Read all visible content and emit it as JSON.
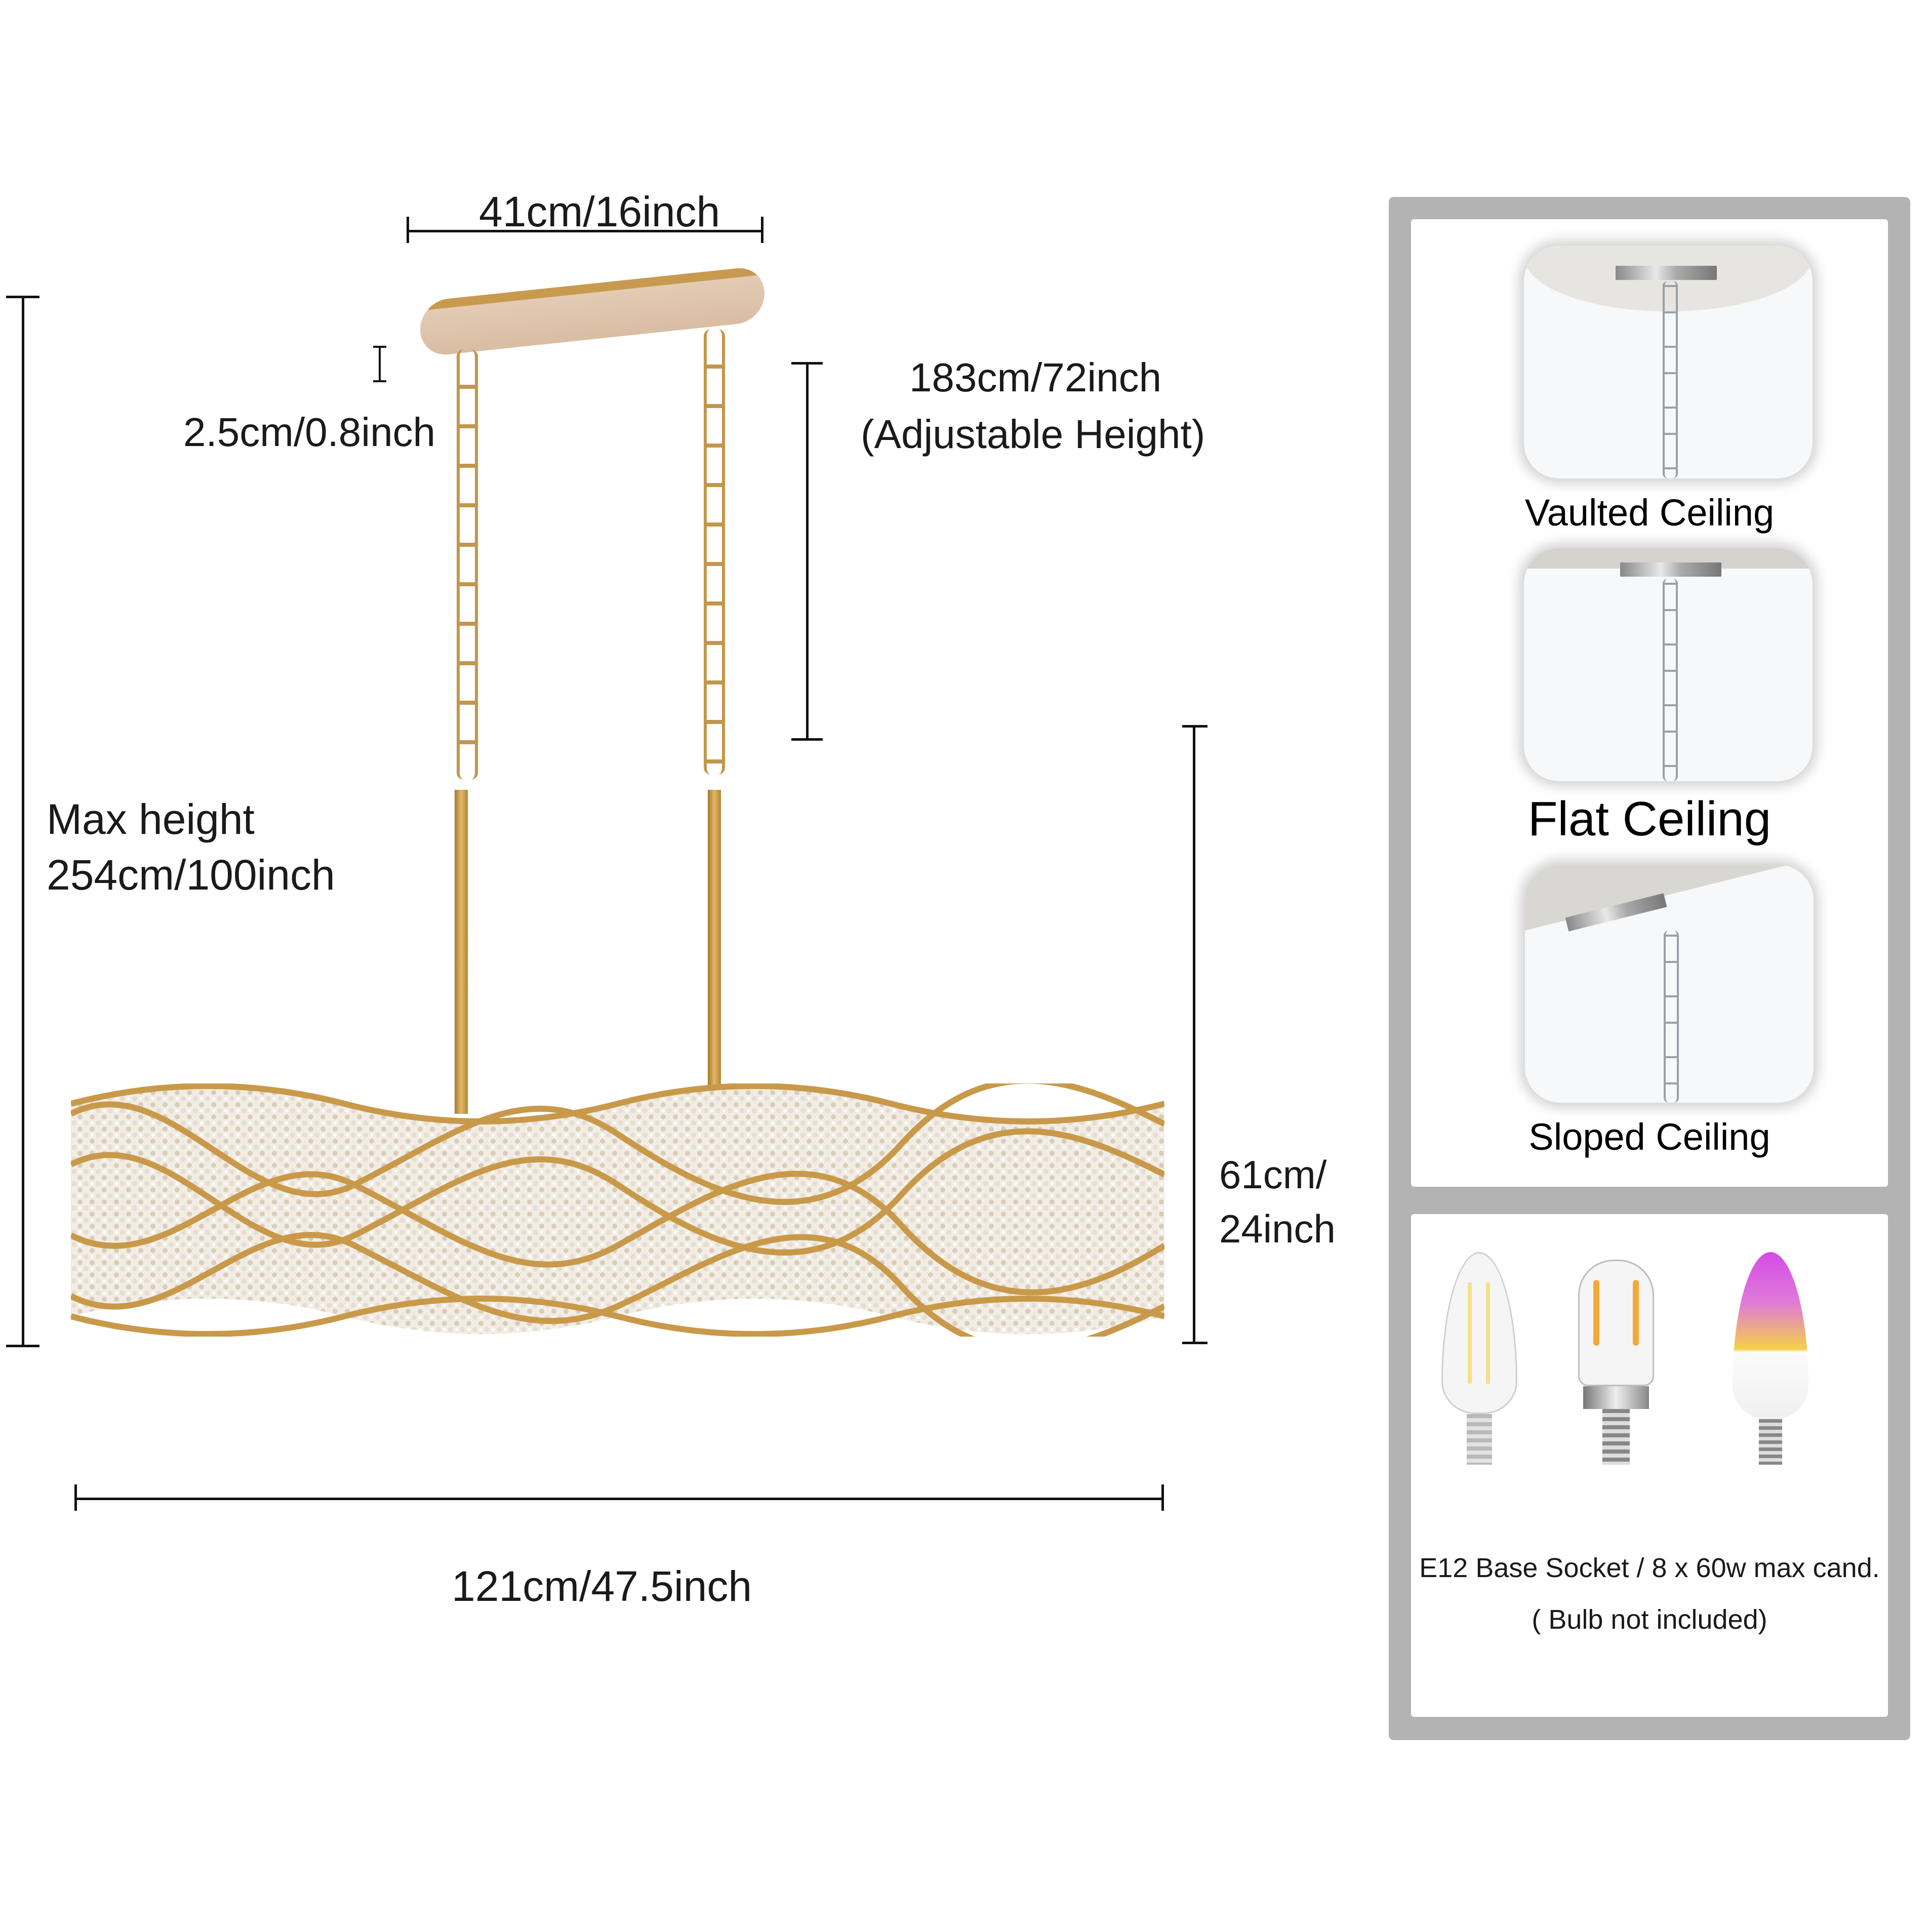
{
  "dimensions": {
    "canopy_width": "41cm/16inch",
    "canopy_height": "2.5cm/0.8inch",
    "adjustable_height_value": "183cm/72inch",
    "adjustable_height_note": "(Adjustable Height)",
    "max_height_label": "Max height",
    "max_height_value": "254cm/100inch",
    "body_height_line1": "61cm/",
    "body_height_line2": "24inch",
    "body_width": "121cm/47.5inch"
  },
  "ceiling_types": [
    {
      "label": "Vaulted Ceiling"
    },
    {
      "label": "Flat Ceiling"
    },
    {
      "label": "Sloped Ceiling"
    }
  ],
  "bulbs": {
    "items": [
      {
        "name": "candelabra-filament-bulb"
      },
      {
        "name": "tubular-filament-bulb"
      },
      {
        "name": "rgb-smart-candle-bulb"
      }
    ],
    "spec": "E12 Base Socket / 8 x 60w max cand.",
    "note": "( Bulb not included)"
  },
  "colors": {
    "frame_gray": "#b3b3b3",
    "brass": "#c79a4e",
    "text": "#1a1a1a"
  }
}
